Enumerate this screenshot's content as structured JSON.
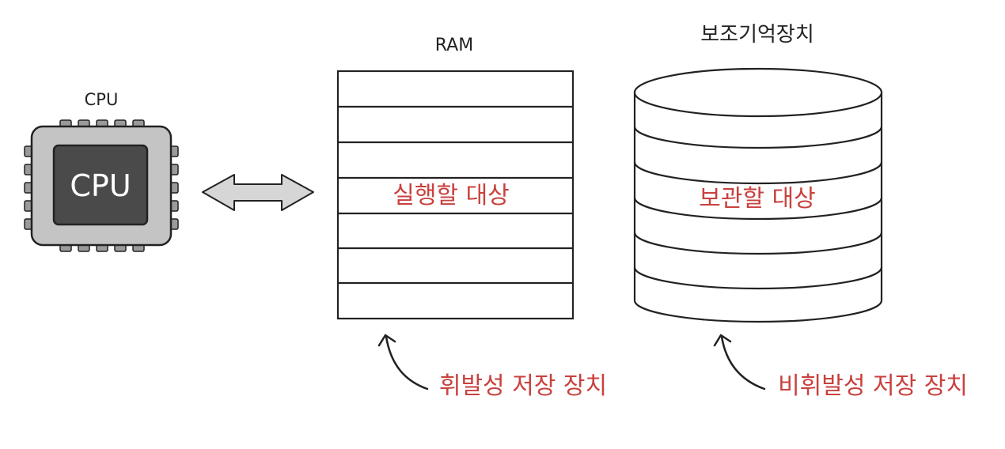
{
  "cpu": {
    "caption": "CPU",
    "chip_label": "CPU"
  },
  "ram": {
    "title": "RAM",
    "content_label": "실행할 대상",
    "note": "휘발성 저장 장치"
  },
  "storage": {
    "title": "보조기억장치",
    "content_label": "보관할 대상",
    "note": "비휘발성 저장 장치"
  },
  "colors": {
    "ink": "#222222",
    "accent_red": "#c9413e",
    "chip_outer": "#c4c4c4",
    "chip_inner": "#4a4a4a",
    "arrow_fill": "#d6d6d6"
  }
}
